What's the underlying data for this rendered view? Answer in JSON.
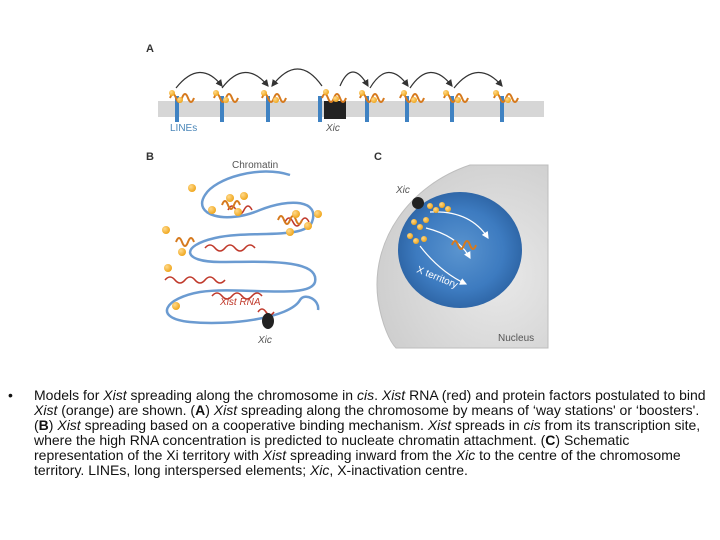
{
  "figure": {
    "panel_a_letter": "A",
    "panel_b_letter": "B",
    "panel_c_letter": "C",
    "lines_label": "LINEs",
    "xic_label_a": "Xic",
    "chromatin_label": "Chromatin",
    "xist_rna_label": "Xist RNA",
    "xic_label_b": "Xic",
    "xic_label_c": "Xic",
    "x_territory_label": "X territory",
    "nucleus_label": "Nucleus"
  },
  "caption": {
    "bullet": "•",
    "segments": [
      {
        "text": "Models for ",
        "italic": false
      },
      {
        "text": "Xist",
        "italic": true
      },
      {
        "text": " spreading along the chromosome in ",
        "italic": false
      },
      {
        "text": "cis",
        "italic": true
      },
      {
        "text": ". ",
        "italic": false
      },
      {
        "text": "Xist",
        "italic": true
      },
      {
        "text": " RNA (red) and protein factors postulated to bind ",
        "italic": false
      },
      {
        "text": "Xist",
        "italic": true
      },
      {
        "text": " (orange) are shown. (",
        "italic": false
      },
      {
        "text": "A",
        "bold": true
      },
      {
        "text": ") ",
        "italic": false
      },
      {
        "text": "Xist",
        "italic": true
      },
      {
        "text": " spreading along the chromosome by means of ‘way stations' or ‘boosters'. (",
        "italic": false
      },
      {
        "text": "B",
        "bold": true
      },
      {
        "text": ") ",
        "italic": false
      },
      {
        "text": "Xist",
        "italic": true
      },
      {
        "text": " spreading based on a cooperative binding mechanism. ",
        "italic": false
      },
      {
        "text": "Xist",
        "italic": true
      },
      {
        "text": " spreads in ",
        "italic": false
      },
      {
        "text": "cis",
        "italic": true
      },
      {
        "text": " from its transcription site, where the high RNA concentration is predicted to nucleate chromatin attachment. (",
        "italic": false
      },
      {
        "text": "C",
        "bold": true
      },
      {
        "text": ") Schematic representation of the Xi territory with ",
        "italic": false
      },
      {
        "text": "Xist",
        "italic": true
      },
      {
        "text": " spreading inward from the ",
        "italic": false
      },
      {
        "text": "Xic",
        "italic": true
      },
      {
        "text": " to the centre of the chromosome territory. LINEs, long interspersed elements; ",
        "italic": false
      },
      {
        "text": "Xic",
        "italic": true
      },
      {
        "text": ", X-inactivation centre.",
        "italic": false
      }
    ]
  }
}
